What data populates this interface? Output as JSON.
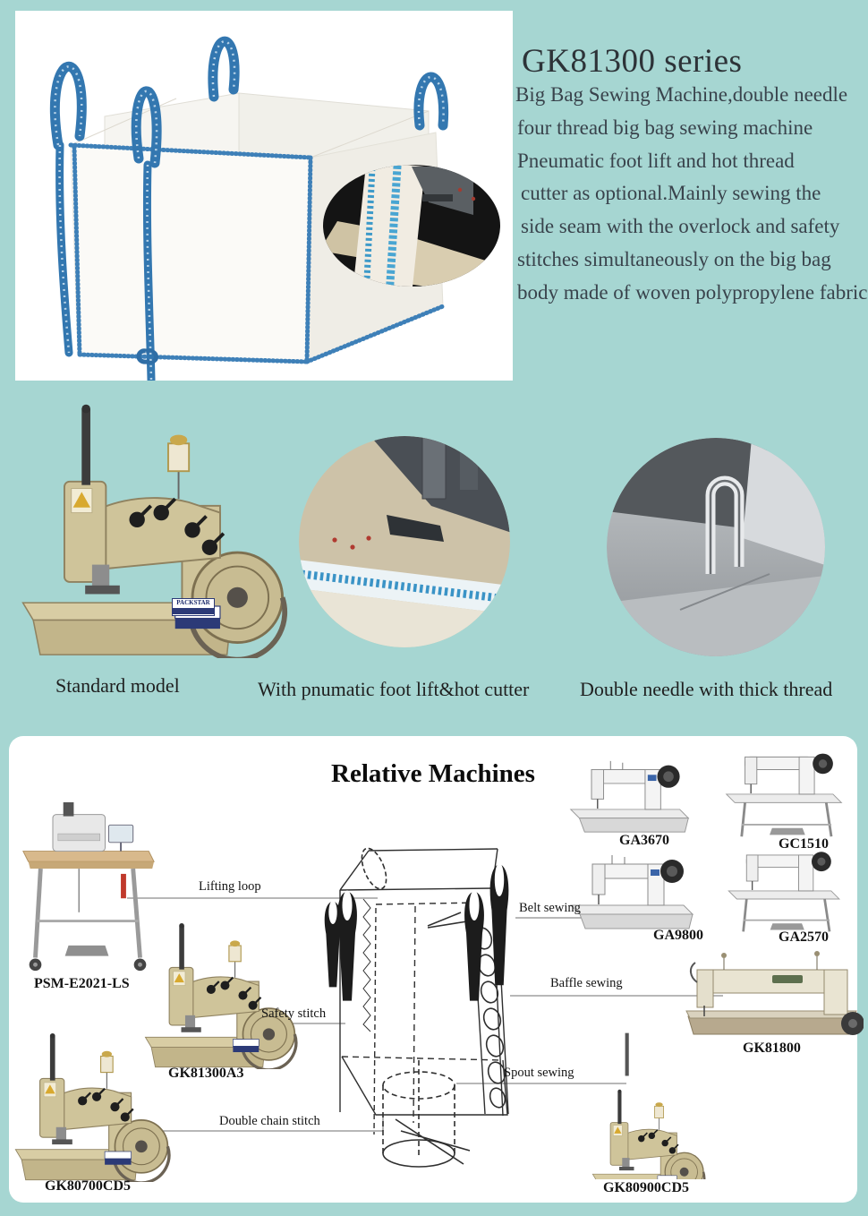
{
  "colors": {
    "background": "#a6d6d2",
    "panel": "#ffffff",
    "text_dark": "#39434c",
    "strap_blue": "#3377b0",
    "machine_beige": "#cfc49a"
  },
  "hero": {
    "title": "GK81300 series",
    "description_lines": [
      "Big Bag Sewing Machine,double needle",
      "four thread big bag sewing machine",
      "Pneumatic foot lift and hot thread",
      "cutter as optional.Mainly sewing the",
      "side seam with the overlock and safety",
      "stitches simultaneously on the big bag",
      "body made of woven polypropylene fabrics."
    ]
  },
  "features": {
    "brand_label": "PACKSTAR",
    "captions": [
      "Standard model",
      "With pnumatic foot lift&hot cutter",
      "Double needle with thick thread"
    ]
  },
  "relative_machines": {
    "title": "Relative Machines",
    "machine_labels": [
      {
        "id": "psm-e2021-ls",
        "label": "PSM-E2021-LS"
      },
      {
        "id": "gk81300a3",
        "label": "GK81300A3"
      },
      {
        "id": "gk80700cd5",
        "label": "GK80700CD5"
      },
      {
        "id": "gk80900cd5",
        "label": "GK80900CD5"
      },
      {
        "id": "ga3670",
        "label": "GA3670"
      },
      {
        "id": "gc1510",
        "label": "GC1510"
      },
      {
        "id": "ga9800",
        "label": "GA9800"
      },
      {
        "id": "ga2570",
        "label": "GA2570"
      },
      {
        "id": "gk81800",
        "label": "GK81800"
      }
    ],
    "connection_labels": [
      {
        "id": "lifting-loop",
        "label": "Lifting loop"
      },
      {
        "id": "safety-stitch",
        "label": "Safety stitch"
      },
      {
        "id": "double-chain-stitch",
        "label": "Double chain stitch"
      },
      {
        "id": "belt-sewing",
        "label": "Belt sewing"
      },
      {
        "id": "baffle-sewing",
        "label": "Baffle sewing"
      },
      {
        "id": "spout-sewing",
        "label": "Spout sewing"
      }
    ]
  }
}
